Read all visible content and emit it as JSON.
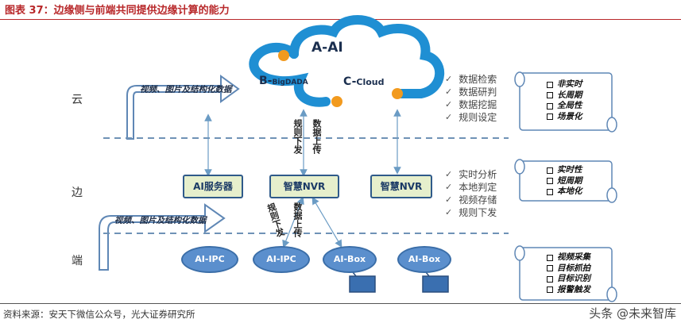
{
  "title": "图表 37：边缘侧与前端共同提供边缘计算的能力",
  "tiers": {
    "cloud": "云",
    "edge": "边",
    "end": "端"
  },
  "cloud": {
    "main": "A-AI",
    "b_prefix": "B-",
    "b_suffix": "BigDADA",
    "c_prefix": "C-",
    "c_suffix": "Cloud"
  },
  "flow_labels": {
    "top": "视频、图片及结构化数据",
    "bottom": "视频、图片及结构化数据"
  },
  "upload_labels": {
    "top_rules": "规则下发",
    "top_data": "数据上传",
    "mid_rules": "规则下发",
    "mid_data": "数据上传"
  },
  "edge_nodes": [
    "AI服务器",
    "智慧NVR",
    "智慧NVR"
  ],
  "end_nodes": [
    "AI-IPC",
    "AI-IPC",
    "AI-Box",
    "AI-Box"
  ],
  "cloud_functions": [
    "数据检索",
    "数据研判",
    "数据挖掘",
    "规则设定"
  ],
  "edge_functions": [
    "实时分析",
    "本地判定",
    "视频存储",
    "规则下发"
  ],
  "cloud_traits": [
    "非实时",
    "长周期",
    "全局性",
    "场景化"
  ],
  "edge_traits": [
    "实时性",
    "短周期",
    "本地化"
  ],
  "end_traits": [
    "视频采集",
    "目标抓拍",
    "目标识别",
    "报警触发"
  ],
  "source": "资料来源：安天下微信公众号，光大证券研究所",
  "watermark": "头条 @未来智库",
  "colors": {
    "title": "#b8282a",
    "edge_box_fill": "#e6efcc",
    "node_fill": "#5b8fcd",
    "orange": "#f29a1e"
  }
}
